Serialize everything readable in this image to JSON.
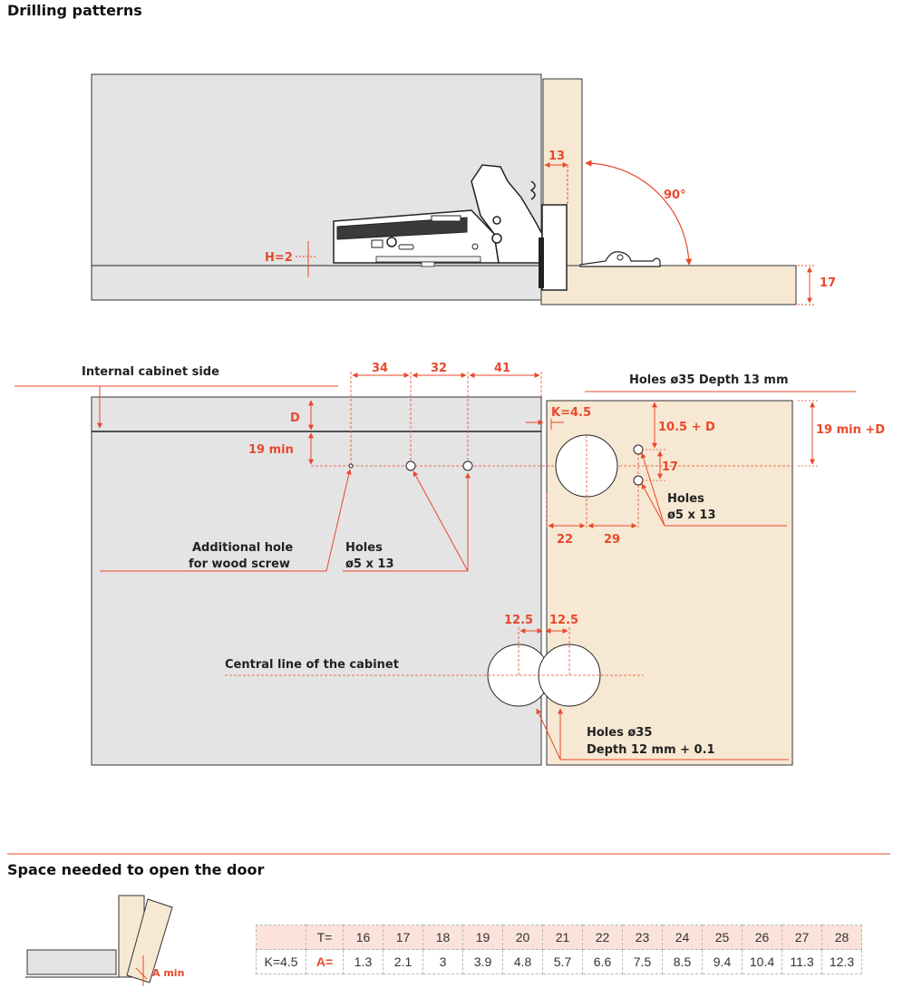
{
  "titles": {
    "drilling": "Drilling patterns",
    "space": "Space needed to open the door"
  },
  "side_view": {
    "h_label": "H=2",
    "dim_13": "13",
    "angle": "90°",
    "dim_17": "17"
  },
  "plan_view": {
    "internal_side": "Internal cabinet side",
    "dim_34": "34",
    "dim_32": "32",
    "dim_41": "41",
    "holes35_line1": "Holes ø35 Depth 13 mm",
    "d_label": "D",
    "k_label": "K=4.5",
    "dim_10_5_d": "10.5 + D",
    "dim_19min_d": "19 min +D",
    "dim_19min": "19 min",
    "dim_17": "17",
    "holes5_right_1": "Holes",
    "holes5_right_2": "ø5 x 13",
    "dim_22": "22",
    "dim_29": "29",
    "additional_1": "Additional hole",
    "additional_2": "for wood screw",
    "holes5_1": "Holes",
    "holes5_2": "ø5 x 13",
    "dim_12_5_left": "12.5",
    "dim_12_5_right": "12.5",
    "central_line": "Central line of the cabinet",
    "holes35b_1": "Holes ø35",
    "holes35b_2": "Depth 12 mm + 0.1"
  },
  "space_fig": {
    "a_min": "A min"
  },
  "space_table": {
    "t_label": "T=",
    "a_label": "A=",
    "k_label": "K=4.5",
    "t_values": [
      "16",
      "17",
      "18",
      "19",
      "20",
      "21",
      "22",
      "23",
      "24",
      "25",
      "26",
      "27",
      "28"
    ],
    "a_values": [
      "1.3",
      "2.1",
      "3",
      "3.9",
      "4.8",
      "5.7",
      "6.6",
      "7.5",
      "8.5",
      "9.4",
      "10.4",
      "11.3",
      "12.3"
    ]
  },
  "colors": {
    "accent": "#e8492a",
    "panel_grey": "#e4e4e4",
    "door_wood": "#f7e8d3"
  }
}
